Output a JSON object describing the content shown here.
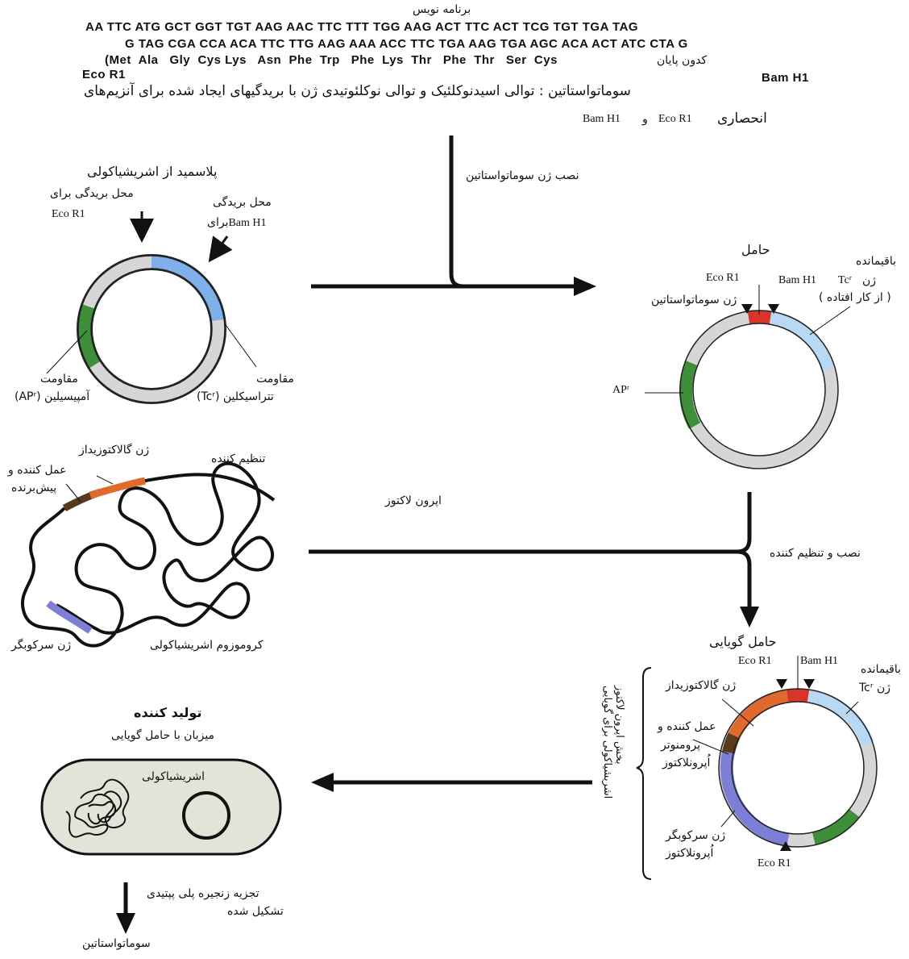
{
  "header": {
    "transcript_label": "برنامه نویس",
    "seq_line1": "AA TTC ATG GCT GGT TGT AAG AAC TTC TTT TGG AAG ACT TTC ACT TCG TGT TGA TAG",
    "seq_line2": "G TAG CGA CCA ACA TTC TTG AAG AAA ACC TTC TGA AAG TGA AGC ACA ACT ATC CTA G",
    "aa_line": "(Met  Ala   Gly  Cys Lys   Asn  Phe  Trp   Phe  Lys  Thr   Phe  Thr   Ser  Cys",
    "stop_codon": "کدون پایان",
    "left_site": "Eco R1",
    "right_site": "Bam H1",
    "caption_line1": "سوماتواستاتین : توالی اسیدنوکلئیک و توالی نوکلئوتیدی ژن با بریدگیهای ایجاد شده برای آنزیم‌های",
    "caption_line2": "انحصاری",
    "caption_eco": "Eco R1",
    "caption_and": "و",
    "caption_bam": "Bam H1"
  },
  "plasmid": {
    "title": "پلاسمید از اشریشیاکولی",
    "eco_site_line1": "محل بریدگی برای",
    "eco_site_line2": "Eco R1",
    "bam_site_line1": "محل بریدگی",
    "bam_site_line2": "برایBam H1",
    "amp_line1": "مقاومت",
    "amp_line2": "آمپیسیلین (APʳ)",
    "tet_line1": "مقاومت",
    "tet_line2": "تتراسیکلین (Tcʳ)"
  },
  "step_insert": "نصب ژن سوماتواستاتین",
  "vector": {
    "title": "حامل",
    "eco": "Eco R1",
    "bam": "Bam H1",
    "tc": "Tcʳ",
    "gene": "ژن سوماتواستاتین",
    "remaining_line1": "باقیمانده",
    "remaining_line2": "ژن",
    "remaining_line3": "( از کار افتاده )",
    "apr": "APʳ"
  },
  "chromosome": {
    "galactosidase": "ژن گالاکتوزیداز",
    "regulator": "تنظیم کننده",
    "operator_line1": "عمل کننده و",
    "operator_line2": "پیش‌برنده",
    "repressor": "ژن سرکوبگر",
    "label": "کروموزوم اشریشیاکولی"
  },
  "operon_label": "اپرون لاکتوز",
  "step_regulator": "نصب و تنظیم کننده",
  "expression": {
    "title": "حامل گویایی",
    "eco_top": "Eco R1",
    "bam": "Bam H1",
    "remaining_line1": "باقیمانده",
    "remaining_line2": "ژن Tcʳ",
    "galactosidase": "ژن گالاکتوزیداز",
    "operator_line1": "عمل کننده و",
    "operator_line2": "پرومنوتر",
    "operator_line3": "اُپرونلاکتوز",
    "repressor_line1": "ژن سرکوبگر",
    "repressor_line2": "اُپرونلاکتوز",
    "eco_bottom": "Eco R1",
    "brace_label_line1": "بخش اپرون لاکتوز",
    "brace_label_line2": "اشریشیاکولی برای گویایی"
  },
  "producer": {
    "title": "تولید کننده",
    "subtitle": "میزبان با حامل گویایی",
    "cell_label": "اشریشیاکولی"
  },
  "step_cleave_line1": "تجزیه زنجیره پلی پپتیدی",
  "step_cleave_line2": "تشکیل شده",
  "final_product": "سوماتواستاتین",
  "colors": {
    "blue_segment": "#7fb0ea",
    "light_blue": "#b8d8f4",
    "green_segment": "#3f8f3a",
    "gray_segment": "#cfcfcf",
    "red_segment": "#d9342b",
    "orange_segment": "#e06a2e",
    "brown_segment": "#5a3a1e",
    "purple_segment": "#7d7fd6",
    "cell_fill": "#e3e3d8"
  }
}
